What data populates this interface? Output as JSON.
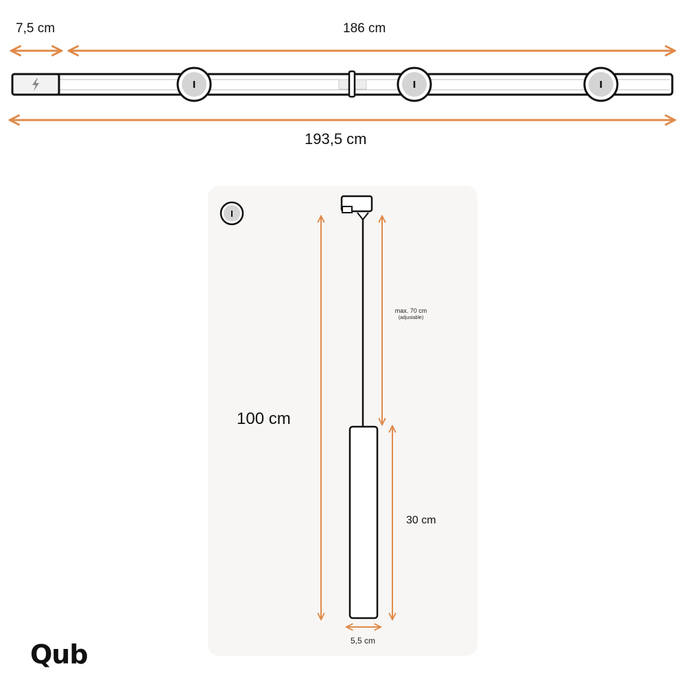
{
  "track": {
    "feed_length": "7,5 cm",
    "rail_length": "186 cm",
    "total_length": "193,5 cm",
    "feed_icon": "lightning-bolt-icon",
    "spots": 3
  },
  "pendant": {
    "total_height": "100 cm",
    "cable_length": "max. 70 cm",
    "cable_note": "(adjustable)",
    "body_height": "30 cm",
    "diameter": "5,5 cm"
  },
  "brand": {
    "logo": "Qub"
  },
  "colors": {
    "dimension": "#e08a4a",
    "outline": "#111111",
    "panel": "#f7f6f4",
    "knob": "#d4d4d4"
  }
}
